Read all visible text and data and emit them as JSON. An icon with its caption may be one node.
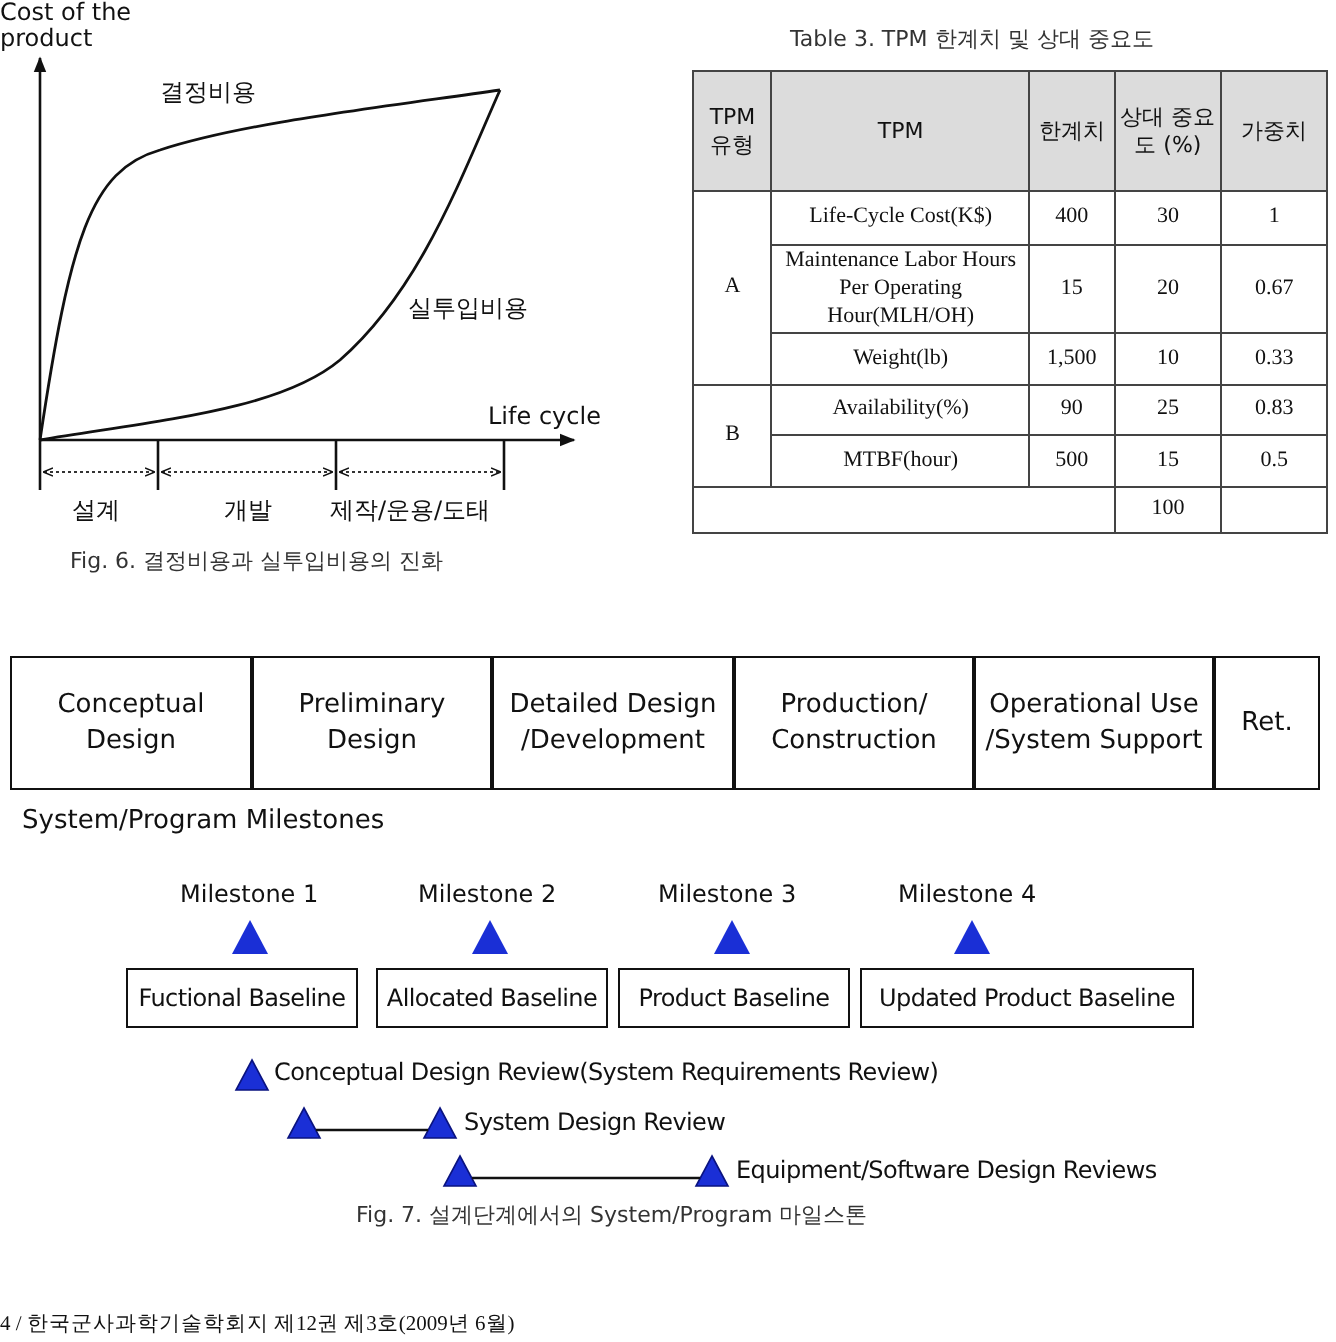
{
  "diagram": {
    "nodes": [
      {
        "text": [
          "Conceptual Design"
        ]
      },
      {
        "text": [
          "Preliminary Design"
        ]
      },
      {
        "text": [
          "Detailed Design /Development"
        ]
      },
      {
        "text": [
          "Production/ Construction"
        ]
      },
      {
        "text": [
          "Operational Use /System Support"
        ]
      },
      {
        "text": [
          "Ret."
        ]
      },
      {
        "text": [
          "Fuctional Baseline"
        ]
      },
      {
        "text": [
          "Allocated Baseline"
        ]
      },
      {
        "text": [
          "Product Baseline"
        ]
      },
      {
        "text": [
          "Updated Product Baseline"
        ]
      },
      {
        "text": [],
        "shape": "triangle"
      },
      {
        "text": [],
        "shape": "triangle"
      },
      {
        "text": [],
        "shape": "triangle"
      },
      {
        "text": [],
        "shape": "triangle"
      },
      {
        "text": [],
        "shape": "triangle"
      }
    ],
    "edges": [
      {
        "from": 11,
        "to": 12,
        "arrow": "none"
      },
      {
        "from": 13,
        "to": 14,
        "arrow": "none"
      }
    ],
    "labels": [
      "Cost of the product",
      "결정비용",
      "실투입비용",
      "Life cycle",
      "설계",
      "개발",
      "제작/운용/도태",
      "Fig. 6. 결정비용과 실투입비용의 진화",
      "Table 3. TPM 한계치 및 상대 중요도",
      "TPM 유형",
      "TPM",
      "한계치",
      "상대 중요도 (%)",
      "가중치",
      "A",
      "Life-Cycle Cost(K$)",
      "400",
      "30",
      "1",
      "Maintenance Labor Hours Per Operating Hour(MLH/OH)",
      "15",
      "20",
      "0.67",
      "Weight(lb)",
      "1,500",
      "10",
      "0.33",
      "B",
      "Availability(%)",
      "90",
      "25",
      "0.83",
      "MTBF(hour)",
      "500",
      "15",
      "0.5",
      "100",
      "System/Program Milestones",
      "Milestone 1",
      "Milestone 2",
      "Milestone 3",
      "Milestone 4",
      "Conceptual Design Review(System Requirements Review)",
      "System Design Review",
      "Equipment/Software Design Reviews",
      "Fig. 7. 설계단계에서의 System/Program 마일스톤",
      "4 / 한국군사과학기술학회지 제12권 제3호(2009년 6월)"
    ]
  }
}
